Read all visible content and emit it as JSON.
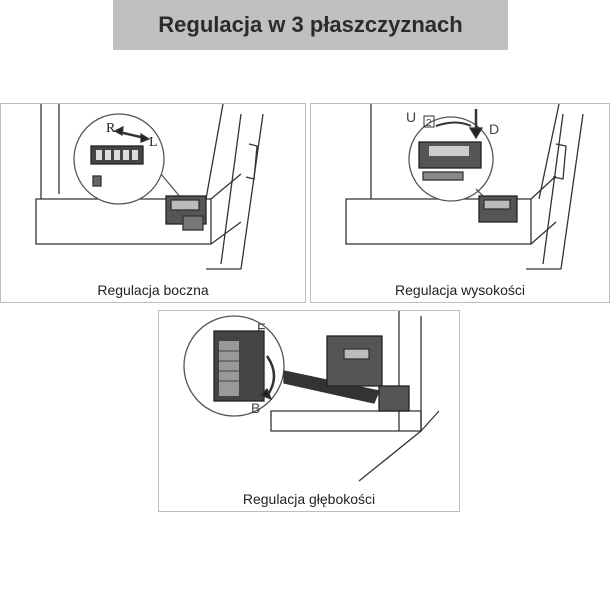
{
  "title": "Regulacja w 3 płaszczyznach",
  "panels": [
    {
      "caption": "Regulacja boczna",
      "labels": {
        "right": "R",
        "left": "L"
      }
    },
    {
      "caption": "Regulacja wysokości",
      "labels": {
        "up": "U",
        "down": "D",
        "step": "2"
      }
    },
    {
      "caption": "Regulacja głębokości",
      "labels": {
        "front": "F",
        "back": "B"
      }
    }
  ]
}
